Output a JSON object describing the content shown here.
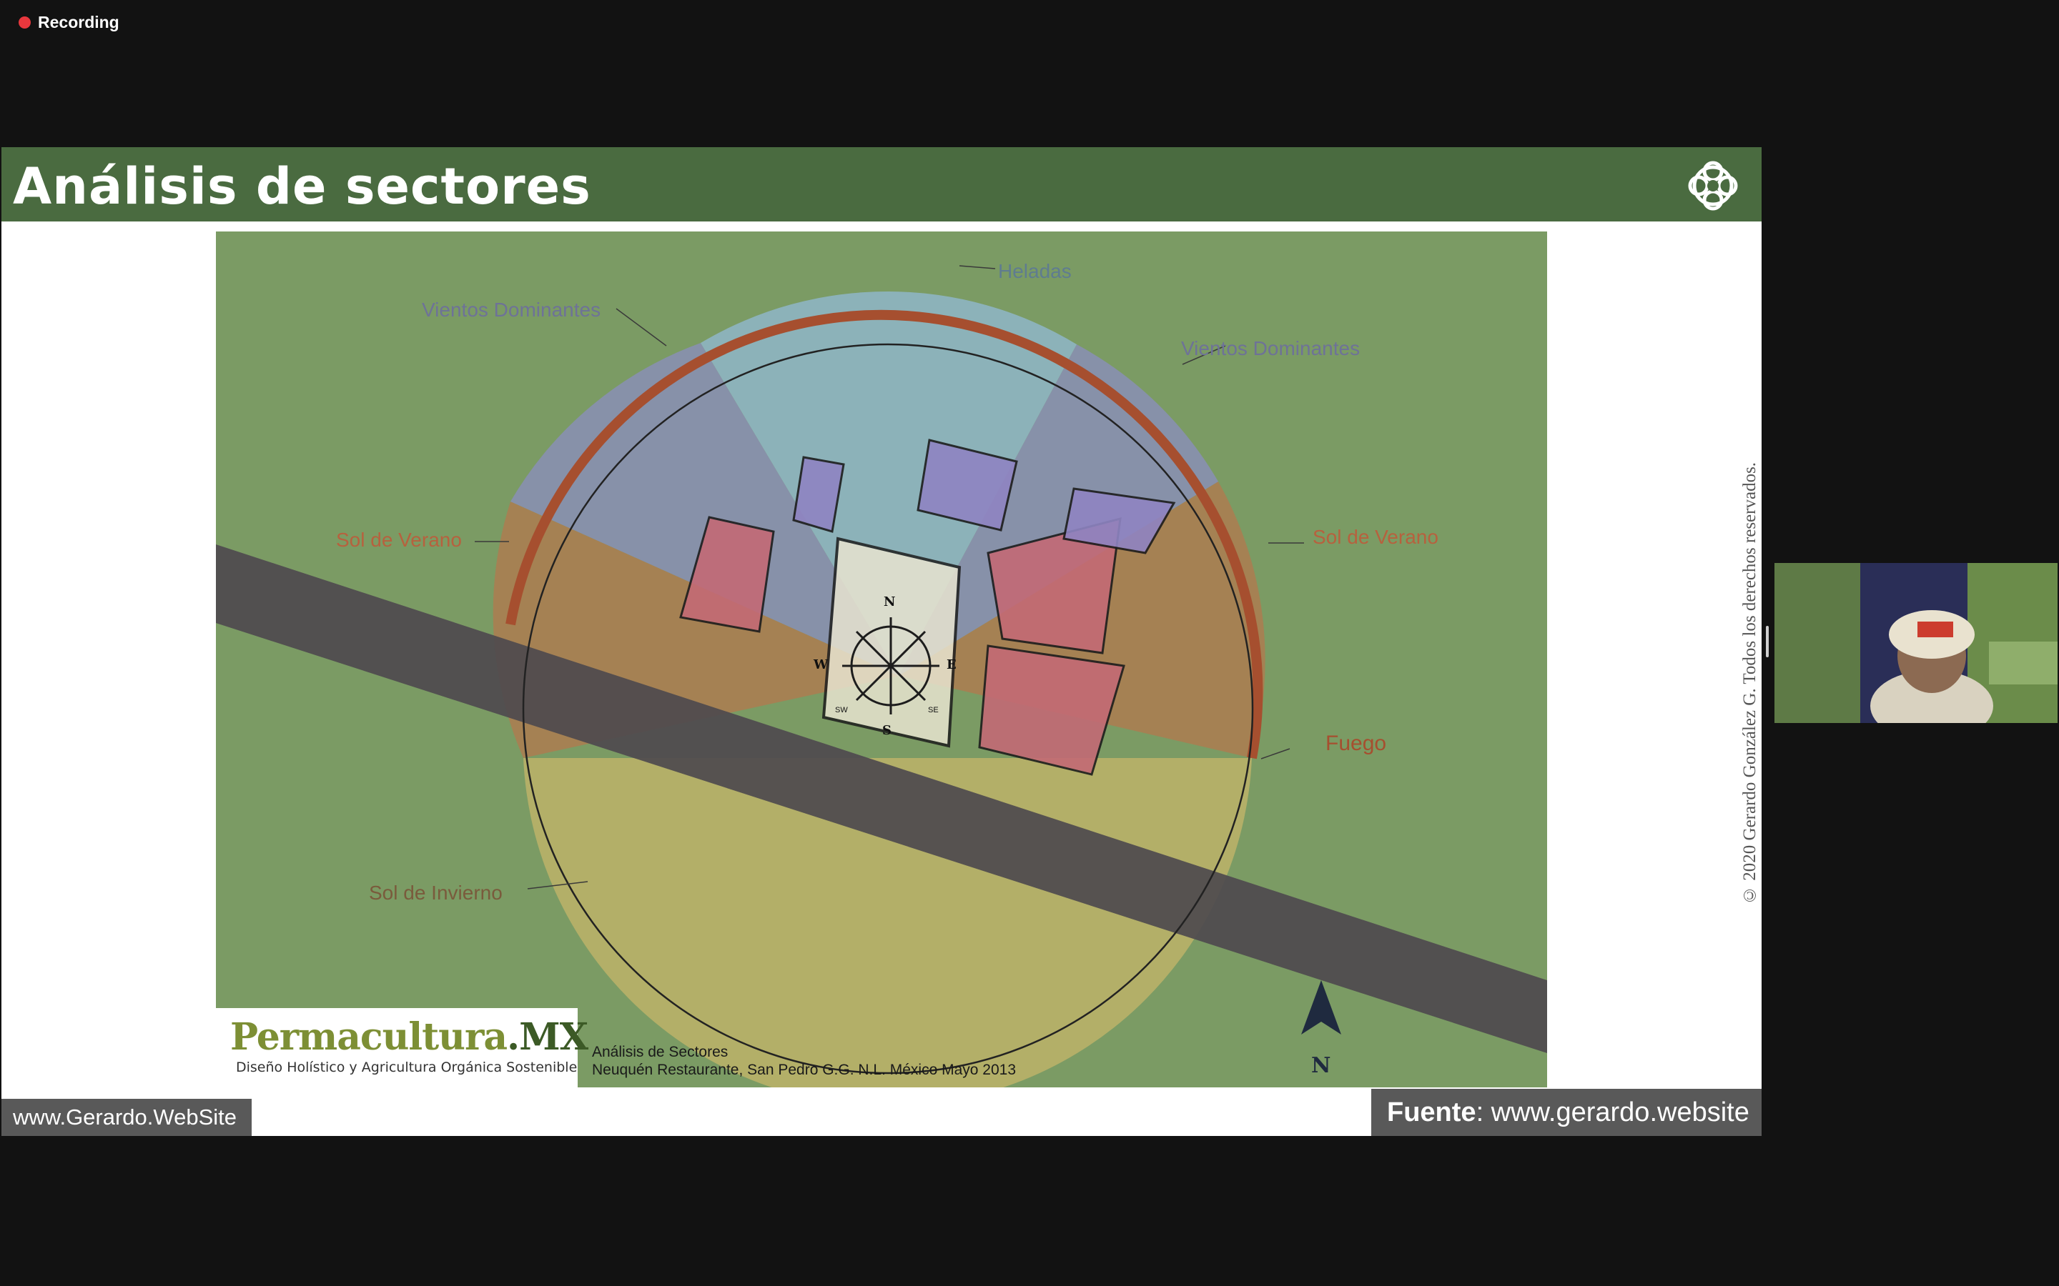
{
  "recording": {
    "label": "Recording",
    "dot_color": "#e8373d"
  },
  "slide": {
    "title": "Análisis de sectores",
    "copyright": "© 2020 Gerardo González G. Todos los derechos reservados.",
    "header_color": "#4a6b40"
  },
  "diagram": {
    "labels": {
      "heladas": "Heladas",
      "vientos_left": "Vientos Dominantes",
      "vientos_right": "Vientos Dominantes",
      "sol_verano_left": "Sol de Verano",
      "sol_verano_right": "Sol de Verano",
      "fuego": "Fuego",
      "sol_invierno": "Sol de Invierno",
      "north": "N"
    },
    "compass": {
      "n": "N",
      "s": "S",
      "e": "E",
      "w": "W",
      "sw": "SW",
      "se": "SE"
    },
    "sector_colors": {
      "heladas": "#8fb6c8",
      "vientos": "#8a8fb5",
      "sol_verano": "#b07a4f",
      "sol_invierno": "#c8b86a",
      "fuego": "#a64f2f",
      "road": "#4e4a4e"
    },
    "brand": {
      "name_main": "Permacultura",
      "name_suffix": ".MX",
      "tagline": "Diseño Holístico y Agricultura Orgánica Sostenible"
    },
    "caption": {
      "line1": "Análisis de Sectores",
      "line2": "Neuquén Restaurante, San Pedro G.G. N.L. México Mayo 2013"
    }
  },
  "footer": {
    "left": "www.Gerardo.WebSite",
    "right_bold": "Fuente",
    "right_rest": ": www.gerardo.website"
  }
}
